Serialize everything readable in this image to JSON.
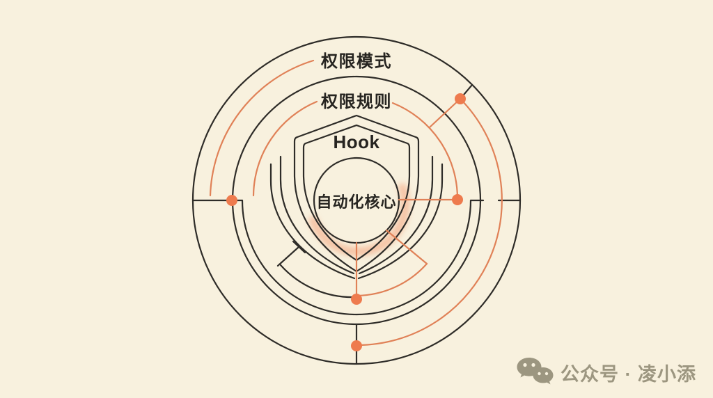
{
  "background_color": "#f8f1de",
  "colors": {
    "line_black": "#2e2c28",
    "accent_orange_line": "#e08157",
    "accent_orange_dot": "#ee7b4e",
    "core_glow": "rgba(244,154,111,0.5)",
    "watermark_gray": "#9c9680"
  },
  "diagram": {
    "type": "concentric-security-layers",
    "layers": [
      {
        "label": "权限模式"
      },
      {
        "label": "权限规则"
      },
      {
        "label": "Hook"
      },
      {
        "label": "自动化核心"
      }
    ]
  },
  "watermark": {
    "icon": "wechat-icon",
    "text": "公众号 · 凌小添"
  }
}
